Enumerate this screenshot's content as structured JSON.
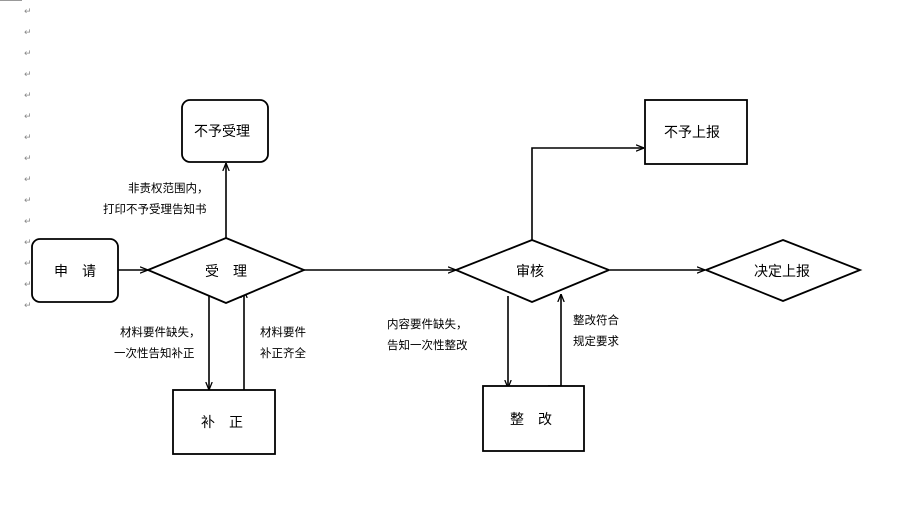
{
  "nodes": {
    "apply": "申　请",
    "accept": "受　理",
    "reject": "不予受理",
    "supplement": "补　正",
    "review": "审核",
    "not_report": "不予上报",
    "rectify": "整　改",
    "decide": "决定上报"
  },
  "edges": {
    "out_of_scope_line1": "非责权范围内，",
    "out_of_scope_line2": "打印不予受理告知书",
    "missing_line1": "材料要件缺失，",
    "missing_line2": "一次性告知补正",
    "complete_line1": "材料要件",
    "complete_line2": "补正齐全",
    "content_missing_line1": "内容要件缺失，",
    "content_missing_line2": "告知一次性整改",
    "compliant_line1": "整改符合",
    "compliant_line2": "规定要求"
  },
  "paragraph_mark": "↵"
}
